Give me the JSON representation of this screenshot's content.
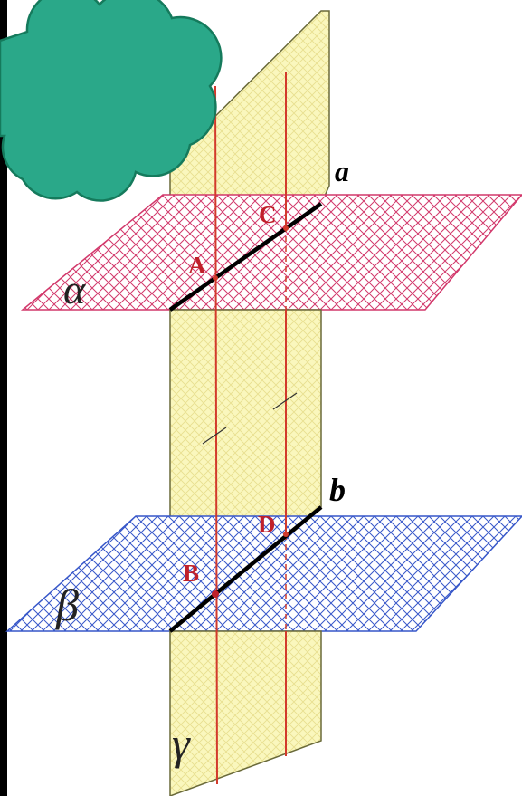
{
  "diagram": {
    "planes": {
      "alpha": {
        "label": "α",
        "color": "#d2386b"
      },
      "beta": {
        "label": "β",
        "color": "#3757c9"
      },
      "gamma": {
        "label": "γ",
        "color": "#f8f5b8"
      }
    },
    "lines": {
      "a": {
        "label": "a"
      },
      "b": {
        "label": "b"
      }
    },
    "points": {
      "A": {
        "label": "A"
      },
      "B": {
        "label": "B"
      },
      "C": {
        "label": "C"
      },
      "D": {
        "label": "D"
      }
    }
  },
  "colors": {
    "background": "#000000",
    "cloud_fill": "#2aa889",
    "cloud_stroke": "#1a8f6e",
    "intersection_line": "#000000",
    "vertical_lines": "#d23a2c",
    "label_red": "#c0202a"
  }
}
